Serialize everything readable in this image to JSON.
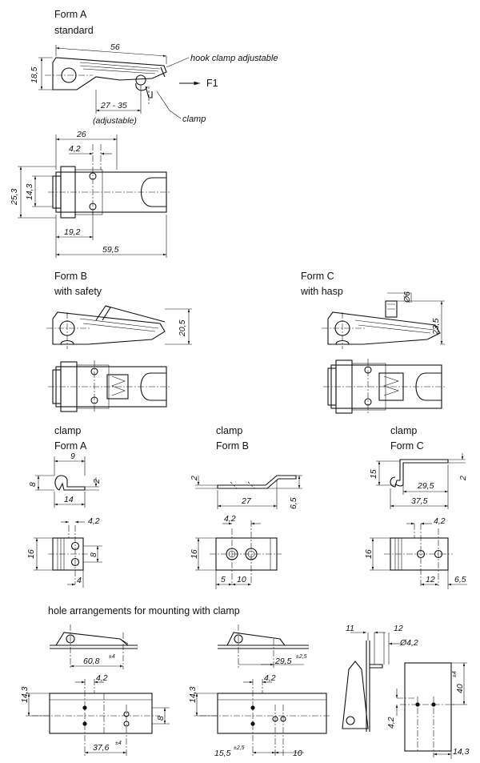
{
  "form_a": {
    "title": "Form A",
    "subtitle": "standard",
    "dims": {
      "length": "56",
      "height": "18,5",
      "adjust_range": "27 - 35",
      "adjust_note": "(adjustable)",
      "width_top": "26",
      "hole_pitch": "4,2",
      "total_height": "25,3",
      "inner_height": "14,3",
      "base_len": "19,2",
      "total_len": "59,5"
    },
    "callouts": {
      "hook": "hook clamp adjustable",
      "clamp": "clamp",
      "force": "F1"
    }
  },
  "form_b": {
    "title": "Form B",
    "subtitle": "with safety",
    "dims": {
      "height": "20,5"
    }
  },
  "form_c": {
    "title": "Form C",
    "subtitle": "with hasp",
    "dims": {
      "height": "23,5",
      "diameter": "Ø6"
    }
  },
  "clamp_a": {
    "title": "clamp",
    "subtitle": "Form A",
    "dims": {
      "len": "9",
      "height": "8",
      "thick": "2",
      "width": "14",
      "pitch": "4,2",
      "w16": "16",
      "h8": "8",
      "off4": "4"
    }
  },
  "clamp_b": {
    "title": "clamp",
    "subtitle": "Form B",
    "dims": {
      "thick": "2",
      "len": "27",
      "height": "6,5",
      "pitch": "4,2",
      "w16": "16",
      "off5": "5",
      "off10": "10"
    }
  },
  "clamp_c": {
    "title": "clamp",
    "subtitle": "Form C",
    "dims": {
      "height": "15",
      "thick": "2",
      "len1": "29,5",
      "len2": "37,5",
      "pitch": "4,2",
      "w16": "16",
      "off12": "12",
      "off65": "6,5"
    }
  },
  "holes": {
    "heading": "hole arrangements for mounting with clamp",
    "a": {
      "dist": "60,8",
      "dist_tol": "±4",
      "pitch": "4,2",
      "h": "14,3",
      "w8": "8",
      "dist2": "37,6",
      "dist2_tol": "±4"
    },
    "b": {
      "dist": "29,5",
      "dist_tol": "±2,5",
      "pitch": "4,2",
      "h": "14,3",
      "dist2": "15,5",
      "dist2_tol": "±2,5",
      "off10": "10"
    },
    "c": {
      "d11": "11",
      "d12": "12",
      "dia": "Ø4,2",
      "h40": "40",
      "h40_tol": "±4",
      "pitch": "4,2",
      "w143": "14,3"
    }
  }
}
